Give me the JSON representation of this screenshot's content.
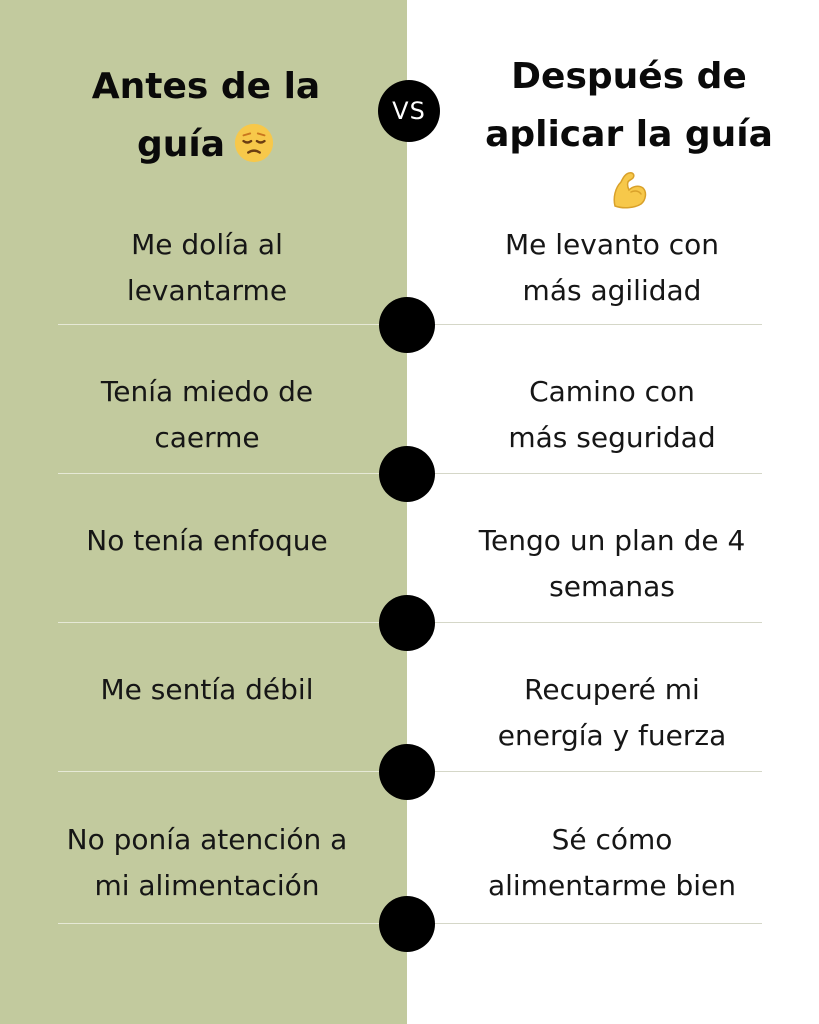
{
  "left": {
    "heading_line1": "Antes de la",
    "heading_line2": "guía",
    "heading_icon": "unamused-face-icon",
    "background_color": "#c2ca9e"
  },
  "right": {
    "heading_line1": "Después de",
    "heading_line2": "aplicar la guía",
    "heading_icon": "flexed-biceps-icon",
    "background_color": "#ffffff"
  },
  "vs_label": "VS",
  "rows": [
    {
      "before_line1": "Me dolía al",
      "before_line2": "levantarme",
      "after_line1": "Me levanto con",
      "after_line2": "más agilidad"
    },
    {
      "before_line1": "Tenía miedo de",
      "before_line2": "caerme",
      "after_line1": "Camino con",
      "after_line2": "más seguridad"
    },
    {
      "before_line1": "No tenía enfoque",
      "before_line2": "",
      "after_line1": "Tengo un plan de 4",
      "after_line2": "semanas"
    },
    {
      "before_line1": "Me sentía débil",
      "before_line2": "",
      "after_line1": "Recuperé mi",
      "after_line2": "energía y fuerza"
    },
    {
      "before_line1": "No ponía atención a",
      "before_line2": "mi alimentación",
      "after_line1": "Sé cómo",
      "after_line2": "alimentarme bien"
    }
  ]
}
